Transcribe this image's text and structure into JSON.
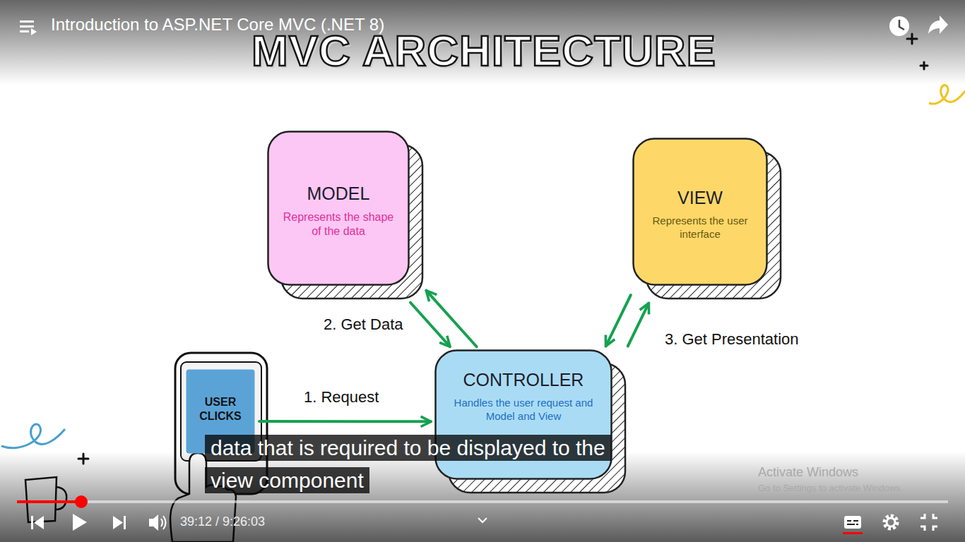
{
  "diagram": {
    "title": "MVC ARCHITECTURE",
    "nodes": [
      {
        "text": [
          "MODEL",
          "Represents the shape of the data"
        ]
      },
      {
        "text": [
          "VIEW",
          "Represents the user interface"
        ]
      },
      {
        "text": [
          "USER CLICKS"
        ]
      },
      {
        "text": [
          "CONTROLLER",
          "Handles the user request and Model and View"
        ]
      }
    ],
    "edges": [
      {
        "from": 2,
        "to": 3,
        "label": "1. Request",
        "arrow": "to"
      },
      {
        "from": 3,
        "to": 0,
        "label": "2. Get Data",
        "arrow": "to"
      },
      {
        "from": 0,
        "to": 3,
        "arrow": "to"
      },
      {
        "from": 3,
        "to": 1,
        "label": "3. Get Presentation",
        "arrow": "to"
      },
      {
        "from": 1,
        "to": 3,
        "arrow": "to"
      }
    ],
    "labels": [
      "Introduction to ASP.NET Core MVC (.NET 8)",
      "data that is required to be displayed to the view component",
      "39:12 / 9:26:03",
      "Activate Windows",
      "Go to Settings to activate Windows."
    ]
  }
}
